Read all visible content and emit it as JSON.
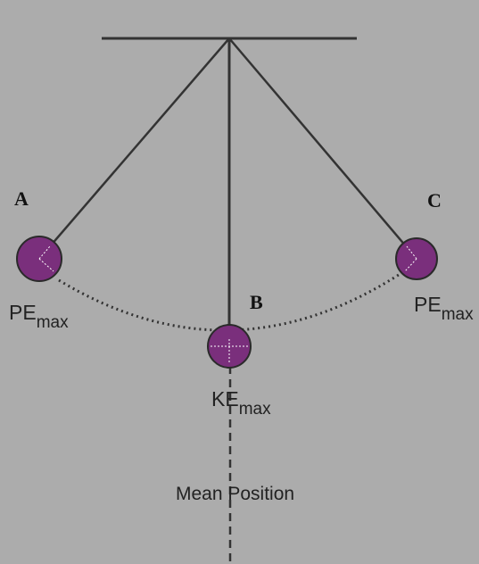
{
  "diagram": {
    "colors": {
      "background": "#acacac",
      "bob_fill": "#7a2f7c",
      "line": "#333333"
    },
    "labels": {
      "point_a": "A",
      "point_b": "B",
      "point_c": "C",
      "pe_left_main": "PE",
      "pe_left_sub": "max",
      "pe_right_main": "PE",
      "pe_right_sub": "max",
      "ke_main": "KE",
      "ke_sub": "max",
      "mean_position": "Mean Position"
    }
  }
}
